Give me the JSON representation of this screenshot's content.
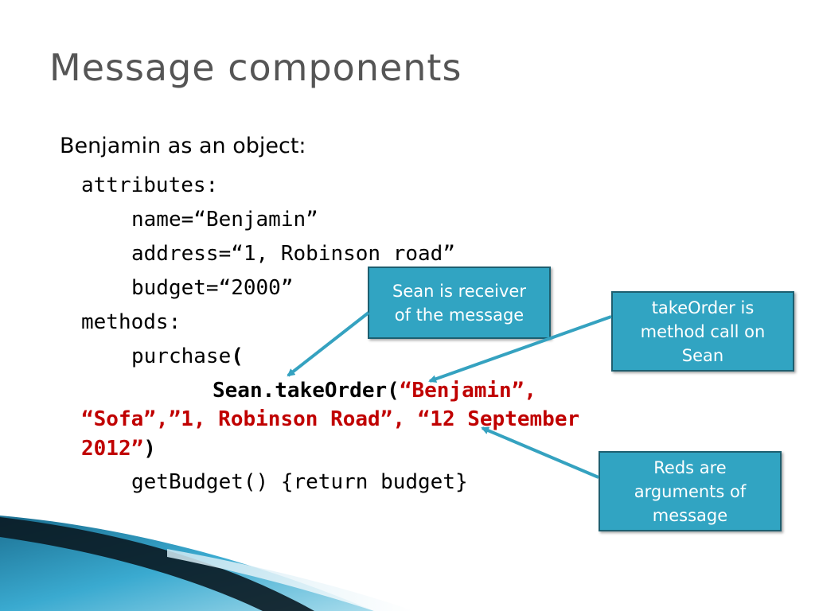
{
  "slide": {
    "title": "Message components",
    "heading": "Benjamin as an object:",
    "code": {
      "attributes_label": "attributes:",
      "name_line": "name=“Benjamin”",
      "address_line": "address=“1, Robinson road”",
      "budget_line": "budget=“2000”",
      "methods_label": "methods:",
      "purchase_name": "purchase",
      "purchase_paren": "(",
      "call_target": "Sean.takeOrder(",
      "arg_line1": "“Benjamin”,",
      "arg_line2": "“Sofa”,”1, Robinson Road”, “12 September",
      "arg_line3": "2012”",
      "call_close": ")",
      "getbudget_line": "getBudget() {return budget}"
    },
    "callouts": {
      "receiver": {
        "line1": "Sean is receiver",
        "line2": "of the message"
      },
      "method": {
        "line1": "takeOrder is",
        "line2": "method call on",
        "line3": "Sean"
      },
      "arguments": {
        "line1": "Reds are",
        "line2": "arguments of",
        "line3": "message"
      }
    }
  },
  "colors": {
    "title": "#555555",
    "argument_text": "#c00000",
    "callout_fill": "#31a4c2",
    "callout_border": "#1d5f70",
    "arrow": "#35a2c0"
  }
}
